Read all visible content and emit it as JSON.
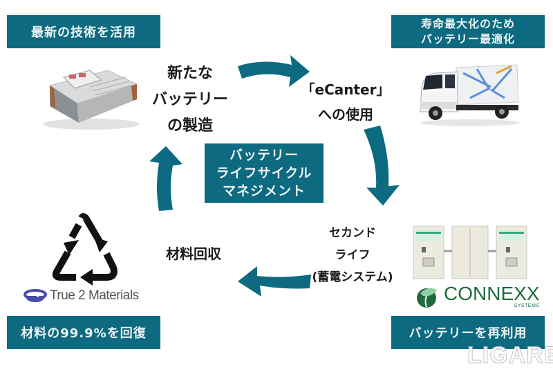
{
  "title": "バッテリーライフサイクルマネジメント",
  "colors": {
    "accent": "#0d6a80",
    "box_text": "#eef4f5",
    "connexx_green": "#1f6b3d",
    "t2m_purple": "#4a4aa8"
  },
  "boxes": {
    "top_left": "最新の技術を活用",
    "top_right": [
      "寿命最大化のため",
      "バッテリー最適化"
    ],
    "center": [
      "バッテリー",
      "ライフサイクル",
      "マネジメント"
    ],
    "bottom_left": "材料の99.9%を回復",
    "bottom_right": "バッテリーを再利用"
  },
  "steps": {
    "new_battery": [
      "新たな",
      "バッテリー",
      "の製造"
    ],
    "ecanter": [
      "「eCanter」",
      "への使用"
    ],
    "second_life": [
      "セカンド",
      "ライフ",
      "(蓄電システム)"
    ],
    "recovery": "材料回収"
  },
  "logos": {
    "true2materials": "True 2 Materials",
    "connexx": "CONNEXX",
    "connexx_sub": "SYSTEMS"
  },
  "images": {
    "battery_pack": "battery-pack-image",
    "truck": "ecanter-truck-image",
    "storage": "energy-storage-units-image",
    "recycle": "recycle-icon"
  },
  "watermark": "LIGARE"
}
